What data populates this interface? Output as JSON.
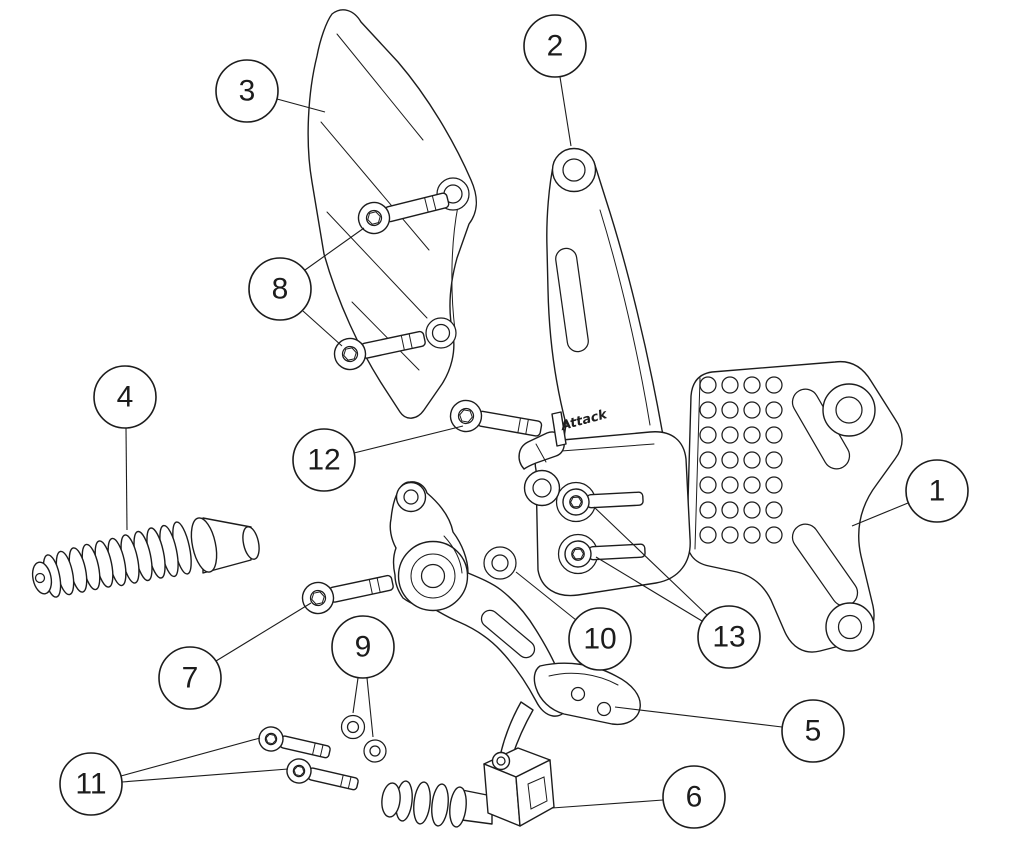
{
  "diagram": {
    "type": "exploded-parts-diagram",
    "colors": {
      "line": "#1c1c1c",
      "background": "#ffffff"
    },
    "part_marking": "Attack",
    "callouts": [
      "1",
      "2",
      "3",
      "4",
      "5",
      "6",
      "7",
      "8",
      "9",
      "10",
      "11",
      "12",
      "13"
    ]
  }
}
